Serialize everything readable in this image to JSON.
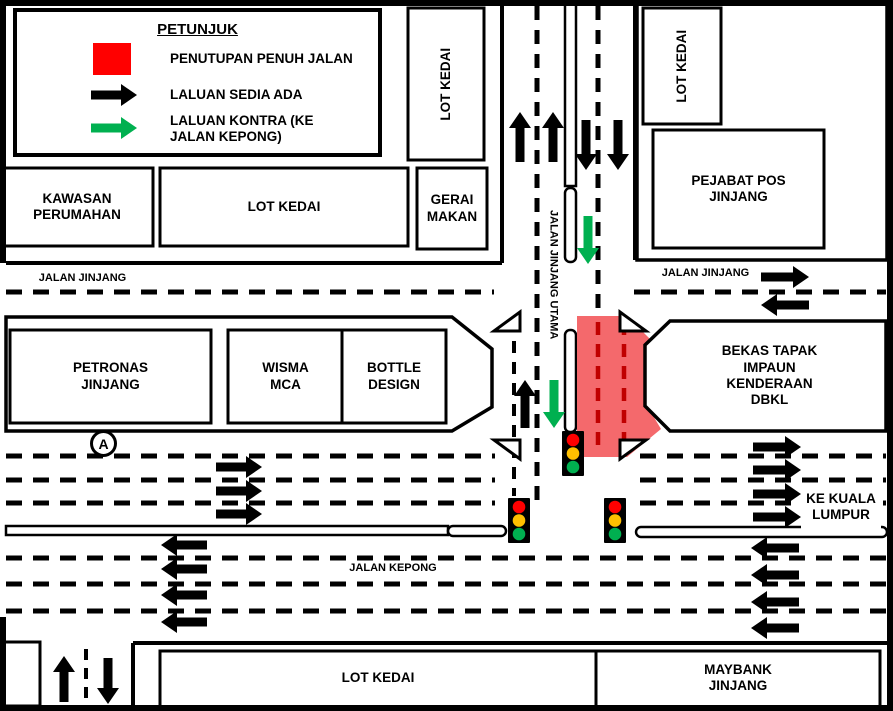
{
  "legend": {
    "title": "PETUNJUK",
    "item_closure": "PENUTUPAN PENUH JALAN",
    "item_existing": "LALUAN SEDIA ADA",
    "item_contra": "LALUAN KONTRA (KE JALAN KEPONG)",
    "closure_color": "#FF0000",
    "existing_route_color": "#000000",
    "contra_route_color": "#00B050"
  },
  "buildings": {
    "kawasan_perumahan": "KAWASAN PERUMAHAN",
    "lot_kedai_wide": "LOT KEDAI",
    "gerai_makan": "GERAI MAKAN",
    "lot_kedai_mid_vertical": "LOT KEDAI",
    "lot_kedai_right_vertical": "LOT KEDAI",
    "pejabat_pos": "PEJABAT POS JINJANG",
    "petronas": "PETRONAS JINJANG",
    "wisma_mca": "WISMA MCA",
    "bottle_design": "BOTTLE DESIGN",
    "bekas_tapak": "BEKAS TAPAK IMPAUN KENDERAAN DBKL",
    "lot_kedai_bottom": "LOT KEDAI",
    "maybank": "MAYBANK JINJANG"
  },
  "roads": {
    "jalan_jinjang_left": "JALAN JINJANG",
    "jalan_jinjang_right": "JALAN JINJANG",
    "jalan_jinjang_utama": "JALAN JINJANG UTAMA",
    "jalan_kepong": "JALAN KEPONG",
    "ke_kuala_lumpur": "KE KUALA LUMPUR"
  },
  "markers": {
    "point_a": "A"
  },
  "traffic_light": {
    "red": "#FF0000",
    "amber": "#FFC000",
    "green": "#00B050"
  },
  "closure_fill": "#F4696C",
  "closure_dash_color": "#C00000"
}
